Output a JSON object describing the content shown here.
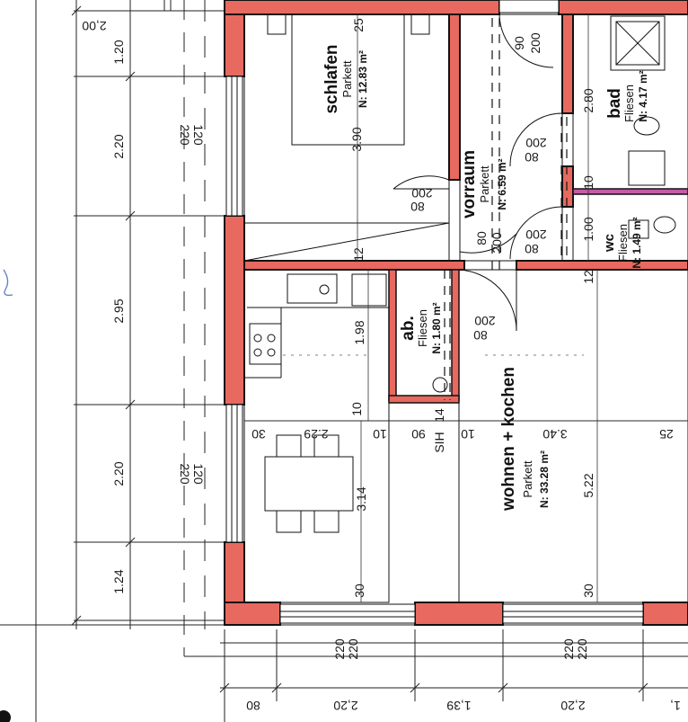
{
  "rooms": {
    "schlafen": {
      "name": "schlafen",
      "floor": "Parkett",
      "area": "N: 12.83 m²"
    },
    "vorraum": {
      "name": "vorraum",
      "floor": "Parkett",
      "area": "N: 6.59 m²"
    },
    "bad": {
      "name": "bad",
      "floor": "Fliesen",
      "area": "N: 4.17 m²"
    },
    "wc": {
      "name": "wc",
      "floor": "Fliesen",
      "area": "N: 1.49 m²"
    },
    "ab": {
      "name": "ab.",
      "floor": "Fliesen",
      "area": "N: 1.80 m²"
    },
    "wohnen": {
      "name": "wohnen + kochen",
      "floor": "Parkett",
      "area": "N: 33.28 m²"
    }
  },
  "left_dimensions": [
    "1.20",
    "2.20",
    "2.95",
    "2.20",
    "1.24"
  ],
  "left_top_label": "2,00",
  "window_labels_left": [
    {
      "a": "120",
      "b": "220"
    },
    {
      "a": "120",
      "b": "220"
    }
  ],
  "bottom_dimensions": [
    "80",
    "2,20",
    "1,39",
    "2,20",
    "1,"
  ],
  "bottom_window_labels": [
    {
      "a": "220",
      "b": "220"
    },
    {
      "a": "220",
      "b": "220"
    }
  ],
  "door_labels": {
    "schlafen_door": {
      "a": "80",
      "b": "200"
    },
    "top_door": {
      "a": "90",
      "b": "200"
    },
    "bad_door": {
      "a": "80",
      "b": "200"
    },
    "wc_door": {
      "a": "80",
      "b": "200"
    },
    "vorraum_door": {
      "a": "80",
      "b": "200"
    },
    "ab_door": {
      "a": "80",
      "b": "200"
    }
  },
  "inner_dims": {
    "schlafen_depth": "3.90",
    "schlafen_top": "25",
    "hall_12": "12",
    "bad_280": "2.80",
    "bad_10": "10",
    "wc_100": "1.00",
    "wc_12": "12",
    "kitchen_198": "1.98",
    "kitchen_10": "10",
    "kitchen_14": "14",
    "sih": "SIH",
    "dim_30_a": "30",
    "dim_229": "2.29",
    "dim_10_a": "10",
    "dim_90": "90",
    "dim_10_b": "10",
    "dim_340": "3.40",
    "dim_25": "25",
    "dim_314": "3.14",
    "dim_522": "5.22",
    "dim_30_b": "30",
    "dim_30_c": "30"
  }
}
